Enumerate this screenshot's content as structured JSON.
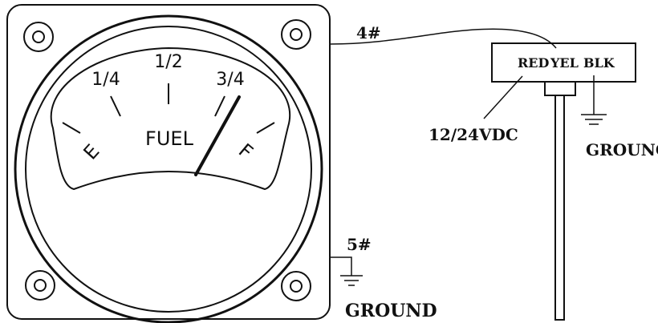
{
  "gauge": {
    "scale_labels": {
      "quarter": "1/4",
      "half": "1/2",
      "three_quarter": "3/4",
      "empty": "E",
      "full": "F"
    },
    "title": "FUEL",
    "needle_level": 0.75
  },
  "wiring": {
    "terminal_4": "4#",
    "terminal_5": "5#",
    "ground_left": "GROUND",
    "sender_pins": {
      "red": "RED",
      "yel": "YEL",
      "blk": "BLK"
    },
    "supply": "12/24VDC",
    "ground_right": "GROUNG"
  }
}
